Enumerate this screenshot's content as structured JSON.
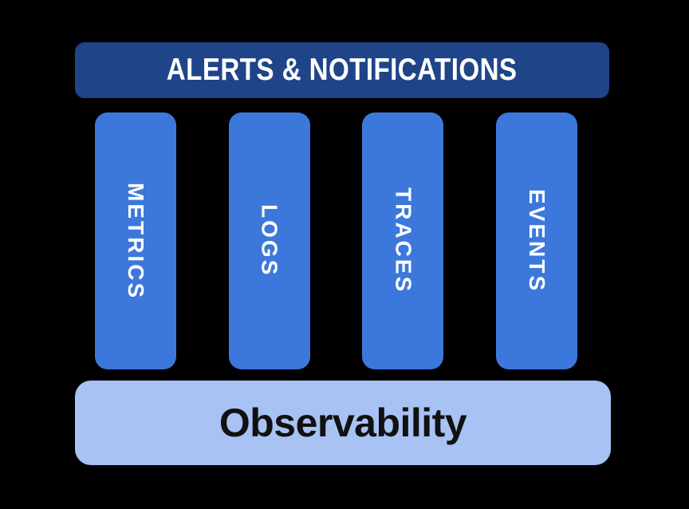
{
  "diagram": {
    "background_color": "#000000",
    "header": {
      "label": "ALERTS & NOTIFICATIONS",
      "bg_color": "#1F4488",
      "text_color": "#FFFFFF"
    },
    "pillars": {
      "bg_color": "#3C78DC",
      "text_color": "#FFFFFF",
      "items": [
        {
          "label": "METRICS"
        },
        {
          "label": "LOGS"
        },
        {
          "label": "TRACES"
        },
        {
          "label": "EVENTS"
        }
      ]
    },
    "footer": {
      "label": "Observability",
      "bg_color": "#A7C2F3",
      "text_color": "#111111"
    }
  }
}
